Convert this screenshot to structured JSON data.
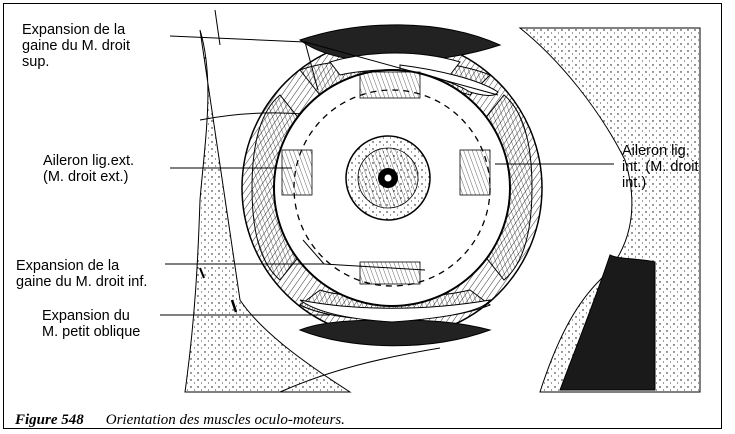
{
  "labels": {
    "gaine_sup": "Expansion de la\ngaine du M. droit\nsup.",
    "aileron_ext": "Aileron lig.ext.\n(M. droit ext.)",
    "aileron_int": "Aileron lig.\nint. (M. droit\nint.)",
    "gaine_inf": "Expansion de la\ngaine du M. droit inf.",
    "petit_oblique": "Expansion du\nM. petit oblique"
  },
  "caption": {
    "figure": "Figure 548",
    "text": "Orientation des muscles oculo-moteurs."
  }
}
